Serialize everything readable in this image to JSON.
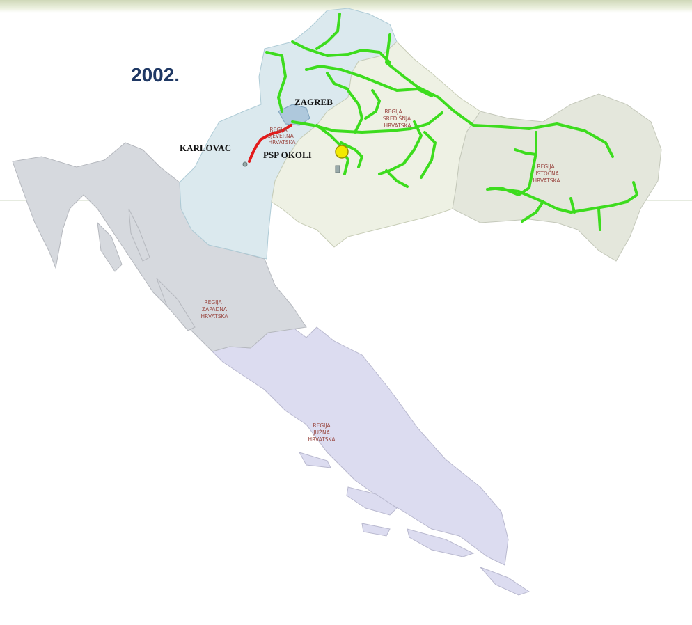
{
  "year": "2002.",
  "cities": {
    "zagreb": "ZAGREB",
    "karlovac": "KARLOVAC",
    "psp_okoli": "PSP OKOLI"
  },
  "regions": {
    "sjeverna": [
      "REGIJA",
      "SJEVERNA",
      "HRVATSKA"
    ],
    "sredisnja": [
      "REGIJA",
      "SREDIŠNJA",
      "HRVATSKA"
    ],
    "istocna": [
      "REGIJA",
      "ISTOČNA",
      "HRVATSKA"
    ],
    "zapadna": [
      "REGIJA",
      "ZAPADNA",
      "HRVATSKA"
    ],
    "juzna": [
      "REGIJA",
      "JUŽNA",
      "HRVATSKA"
    ]
  },
  "colors": {
    "year_text": "#1f3864",
    "pipeline_green": "#3ddc1e",
    "pipeline_red": "#e31b1b",
    "storage_marker": "#f2ea00",
    "region_north": "#dbe9ee",
    "region_central": "#eef1e4",
    "region_east": "#e4e7dc",
    "region_west": "#d6d9de",
    "region_south": "#dcdcf0"
  }
}
